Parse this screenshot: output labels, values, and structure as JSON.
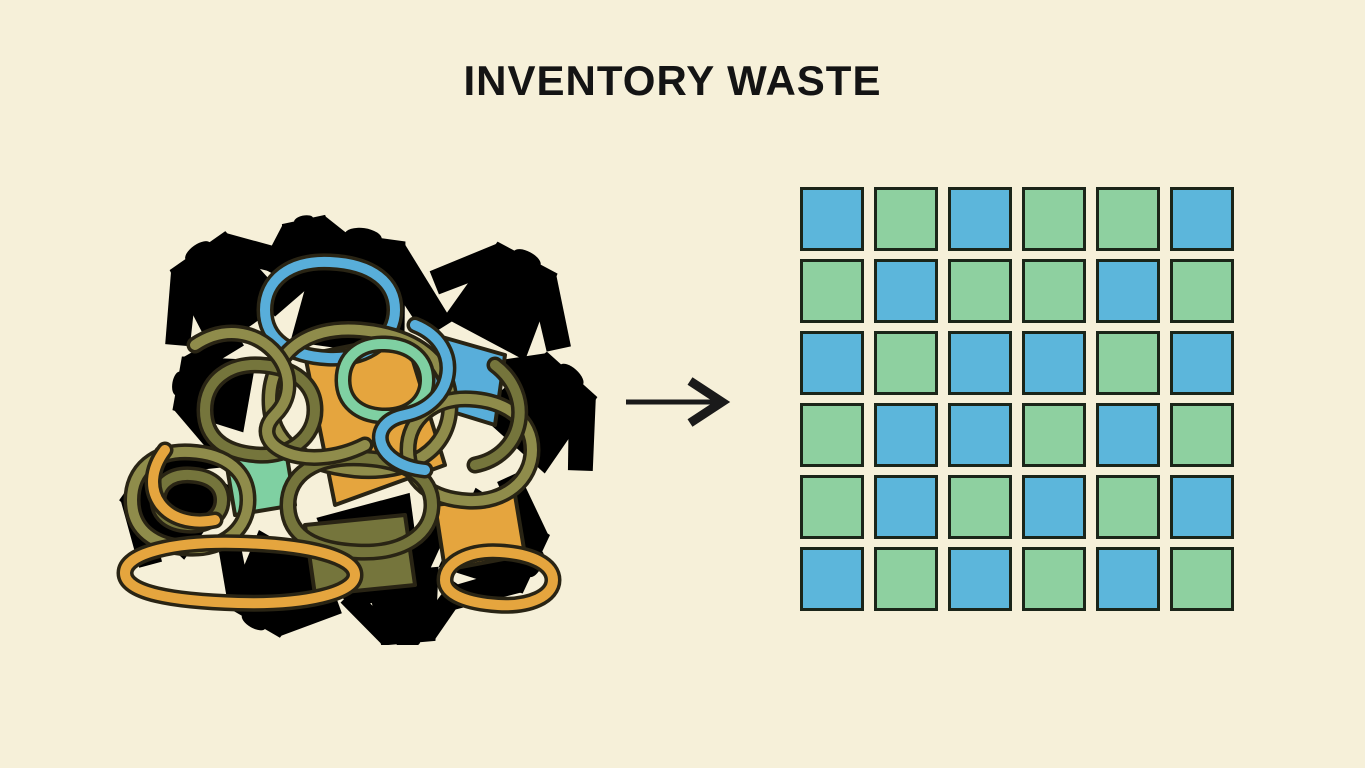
{
  "title": "INVENTORY WASTE",
  "colors": {
    "background": "#f6f0d9",
    "title_text": "#141414",
    "arrow": "#1a1a1a",
    "cell_border": "#1b2519",
    "blue": "#5cb6db",
    "green": "#8ed0a0"
  },
  "pile": {
    "name": "tangled-pile-of-clothes",
    "palette": {
      "olive": "#8f8c4b",
      "olive_dark": "#75753c",
      "mustard": "#e5a53e",
      "blue": "#58aeda",
      "mint": "#7fd0a2",
      "outline": "#292414"
    }
  },
  "arrow": {
    "name": "right-arrow",
    "direction": "right"
  },
  "grid": {
    "name": "organized-inventory-grid",
    "rows": 6,
    "cols": 6,
    "legend": {
      "blue": "#5cb6db",
      "green": "#8ed0a0"
    },
    "cells": [
      [
        "blue",
        "green",
        "blue",
        "green",
        "green",
        "blue"
      ],
      [
        "green",
        "blue",
        "green",
        "green",
        "blue",
        "green"
      ],
      [
        "blue",
        "green",
        "blue",
        "blue",
        "green",
        "blue"
      ],
      [
        "green",
        "blue",
        "blue",
        "green",
        "blue",
        "green"
      ],
      [
        "green",
        "blue",
        "green",
        "blue",
        "green",
        "blue"
      ],
      [
        "blue",
        "green",
        "blue",
        "green",
        "blue",
        "green"
      ]
    ]
  }
}
